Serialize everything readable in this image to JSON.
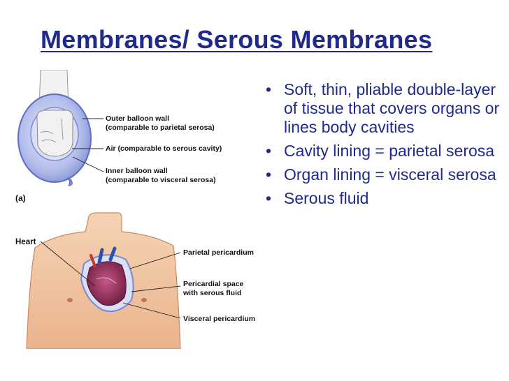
{
  "slide": {
    "title": "Membranes/ Serous Membranes",
    "bullets": [
      "Soft, thin, pliable double-layer of tissue that covers organs or lines body cavities",
      "Cavity lining = parietal serosa",
      "Organ lining = visceral serosa",
      "Serous fluid"
    ]
  },
  "figure": {
    "panel_a_label": "(a)",
    "balloon_labels": {
      "outer_line1": "Outer balloon wall",
      "outer_line2": "(comparable to parietal serosa)",
      "air": "Air (comparable to serous cavity)",
      "inner_line1": "Inner balloon wall",
      "inner_line2": "(comparable to visceral serosa)"
    },
    "heart_labels": {
      "heart": "Heart",
      "parietal": "Parietal pericardium",
      "space_line1": "Pericardial space",
      "space_line2": "with serous fluid",
      "visceral": "Visceral pericardium"
    }
  },
  "colors": {
    "title": "#1f2a8c",
    "bullet_text": "#1f2a8c",
    "balloon": "#9aa7e0",
    "skin": "#f3c9a6",
    "heart": "#8e2a4e"
  }
}
